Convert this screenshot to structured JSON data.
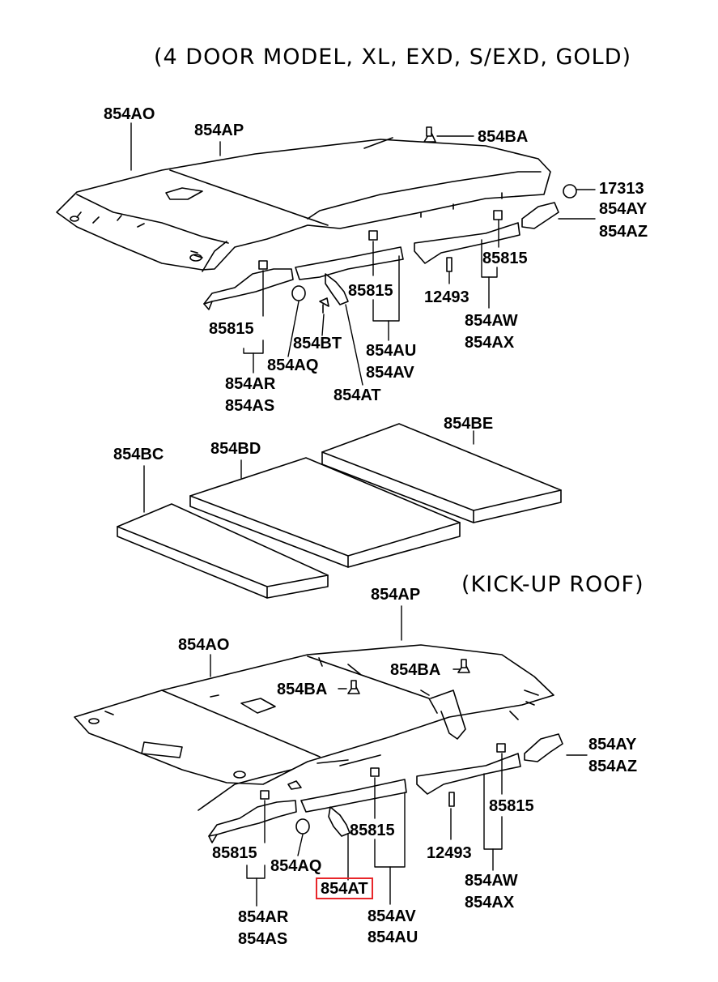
{
  "captions": {
    "top": "(4 DOOR MODEL, XL, EXD, S/EXD, GOLD)",
    "bottom": "(KICK-UP ROOF)"
  },
  "highlight_color": "#e8262a",
  "top_labels": {
    "l854AO": "854AO",
    "l854AP": "854AP",
    "l854BA": "854BA",
    "l17313": "17313",
    "l854AY": "854AY",
    "l854AZ": "854AZ",
    "l85815_right": "85815",
    "l85815_mid": "85815",
    "l12493": "12493",
    "l854AW": "854AW",
    "l854AX": "854AX",
    "l85815_left": "85815",
    "l854BT": "854BT",
    "l854AQ": "854AQ",
    "l854AU": "854AU",
    "l854AV": "854AV",
    "l854AT": "854AT",
    "l854AR": "854AR",
    "l854AS": "854AS"
  },
  "pad_labels": {
    "l854BC": "854BC",
    "l854BD": "854BD",
    "l854BE": "854BE"
  },
  "bottom_labels": {
    "l854AP": "854AP",
    "l854AO": "854AO",
    "l854BA_right": "854BA",
    "l854BA_left": "854BA",
    "l854AY": "854AY",
    "l854AZ": "854AZ",
    "l85815_right": "85815",
    "l85815_mid": "85815",
    "l85815_left": "85815",
    "l12493": "12493",
    "l854AQ": "854AQ",
    "l854AT": "854AT",
    "l854AW": "854AW",
    "l854AX": "854AX",
    "l854AR": "854AR",
    "l854AS": "854AS",
    "l854AV": "854AV",
    "l854AU": "854AU"
  }
}
